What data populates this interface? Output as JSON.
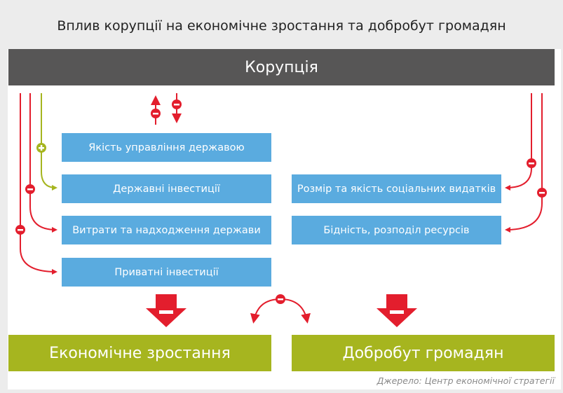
{
  "title": "Вплив корупції на економічне зростання та добробут громадян",
  "header": "Корупція",
  "left_boxes": [
    "Якість управління державою",
    "Державні інвестиції",
    "Витрати та надходження держави",
    "Приватні інвестиції"
  ],
  "right_boxes": [
    "Розмір та якість соціальних видатків",
    "Бідність, розподіл ресурсів"
  ],
  "outcomes": [
    "Економічне зростання",
    "Добробут громадян"
  ],
  "source": "Джерело: Центр економічної стратегії",
  "colors": {
    "red": "#e31e2d",
    "green": "#a6b51f",
    "blue": "#5aabdf",
    "header": "#575656"
  }
}
